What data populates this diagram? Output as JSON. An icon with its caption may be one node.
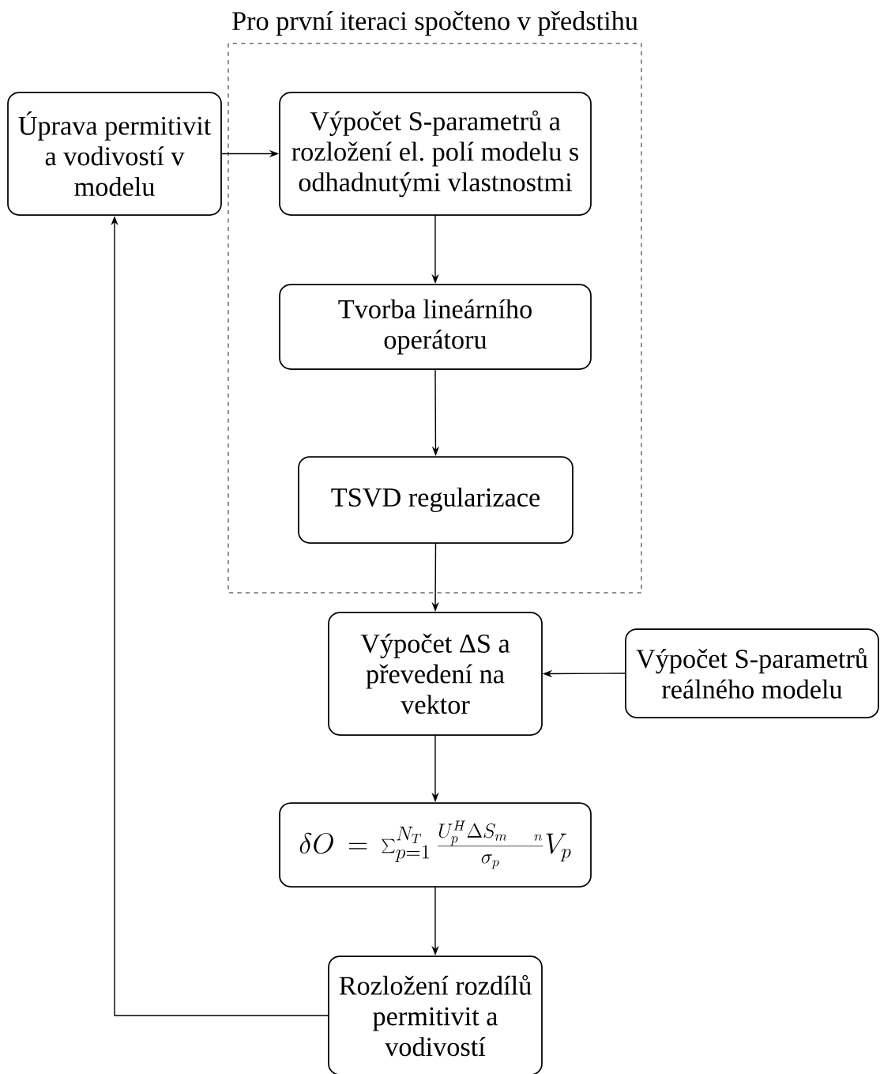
{
  "diagram": {
    "nodes": [
      {
        "text": [
          "Pro první iteraci spočteno v předstihu"
        ]
      },
      {
        "text": [
          "Úprava permitivit a vodivostí v modelu"
        ]
      },
      {
        "text": [
          "Výpočet S-parametrů a rozložení el. polí modelu s odhadnutými vlastnostmi"
        ],
        "in": 0
      },
      {
        "text": [
          "Tvorba lineárního operátoru"
        ],
        "in": 0
      },
      {
        "text": [
          "TSVD regularizace"
        ],
        "in": 0
      },
      {
        "text": [
          "Výpočet ΔS a převedení na vektor"
        ]
      },
      {
        "text": [
          "Výpočet S-parametrů reálného modelu"
        ]
      },
      {
        "text": [
          "\\delta O\\,=\\,\\sum_{p=1}^{N_T}\\frac{U_p^H\\Delta S_{m\\quad n}}{\\sigma_p}V_p"
        ]
      },
      {
        "text": [
          "Rozložení rozdílů permitivit a vodivostí"
        ]
      }
    ],
    "edges": [
      {
        "from": 1,
        "to": 2,
        "arrow": "to"
      },
      {
        "from": 2,
        "to": 3,
        "arrow": "to"
      },
      {
        "from": 3,
        "to": 4,
        "arrow": "to"
      },
      {
        "from": 4,
        "to": 5,
        "arrow": "to"
      },
      {
        "from": 6,
        "to": 5,
        "arrow": "to"
      },
      {
        "from": 5,
        "to": 7,
        "arrow": "to"
      },
      {
        "from": 7,
        "to": 8,
        "arrow": "to"
      },
      {
        "from": 8,
        "to": 1,
        "arrow": "to"
      }
    ]
  }
}
